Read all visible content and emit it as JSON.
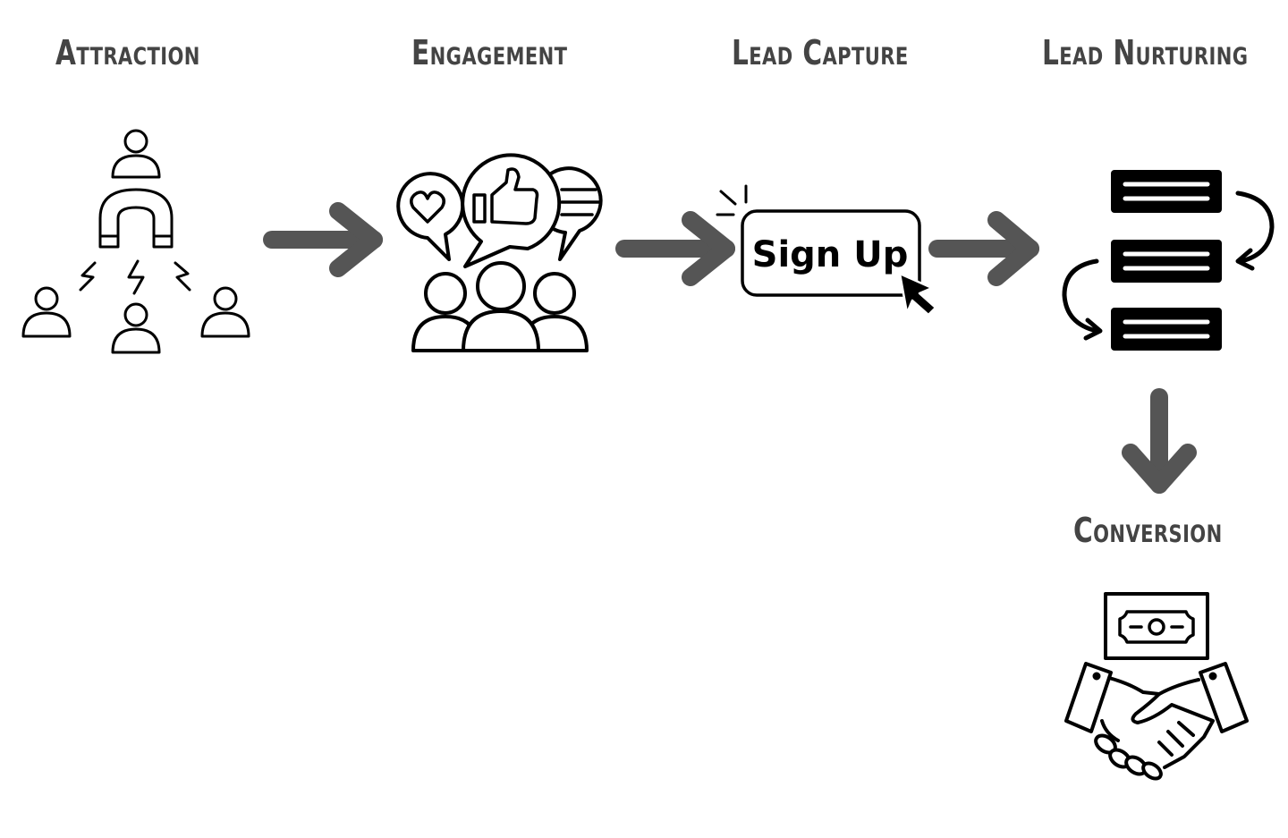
{
  "colors": {
    "title": "#444444",
    "arrow": "#555555",
    "icon": "#000000",
    "background": "#ffffff"
  },
  "stages": {
    "attraction": {
      "title": "Attraction",
      "icon": "magnet-attracting-people-icon"
    },
    "engagement": {
      "title": "Engagement",
      "icon": "audience-reactions-icon"
    },
    "lead_capture": {
      "title": "Lead Capture",
      "icon": "sign-up-button-icon",
      "button_label": "Sign Up"
    },
    "lead_nurturing": {
      "title": "Lead Nurturing",
      "icon": "nurture-cycle-list-icon"
    },
    "conversion": {
      "title": "Conversion",
      "icon": "handshake-money-icon"
    }
  },
  "arrows": [
    {
      "from": "attraction",
      "to": "engagement",
      "direction": "right"
    },
    {
      "from": "engagement",
      "to": "lead_capture",
      "direction": "right"
    },
    {
      "from": "lead_capture",
      "to": "lead_nurturing",
      "direction": "right"
    },
    {
      "from": "lead_nurturing",
      "to": "conversion",
      "direction": "down"
    }
  ]
}
